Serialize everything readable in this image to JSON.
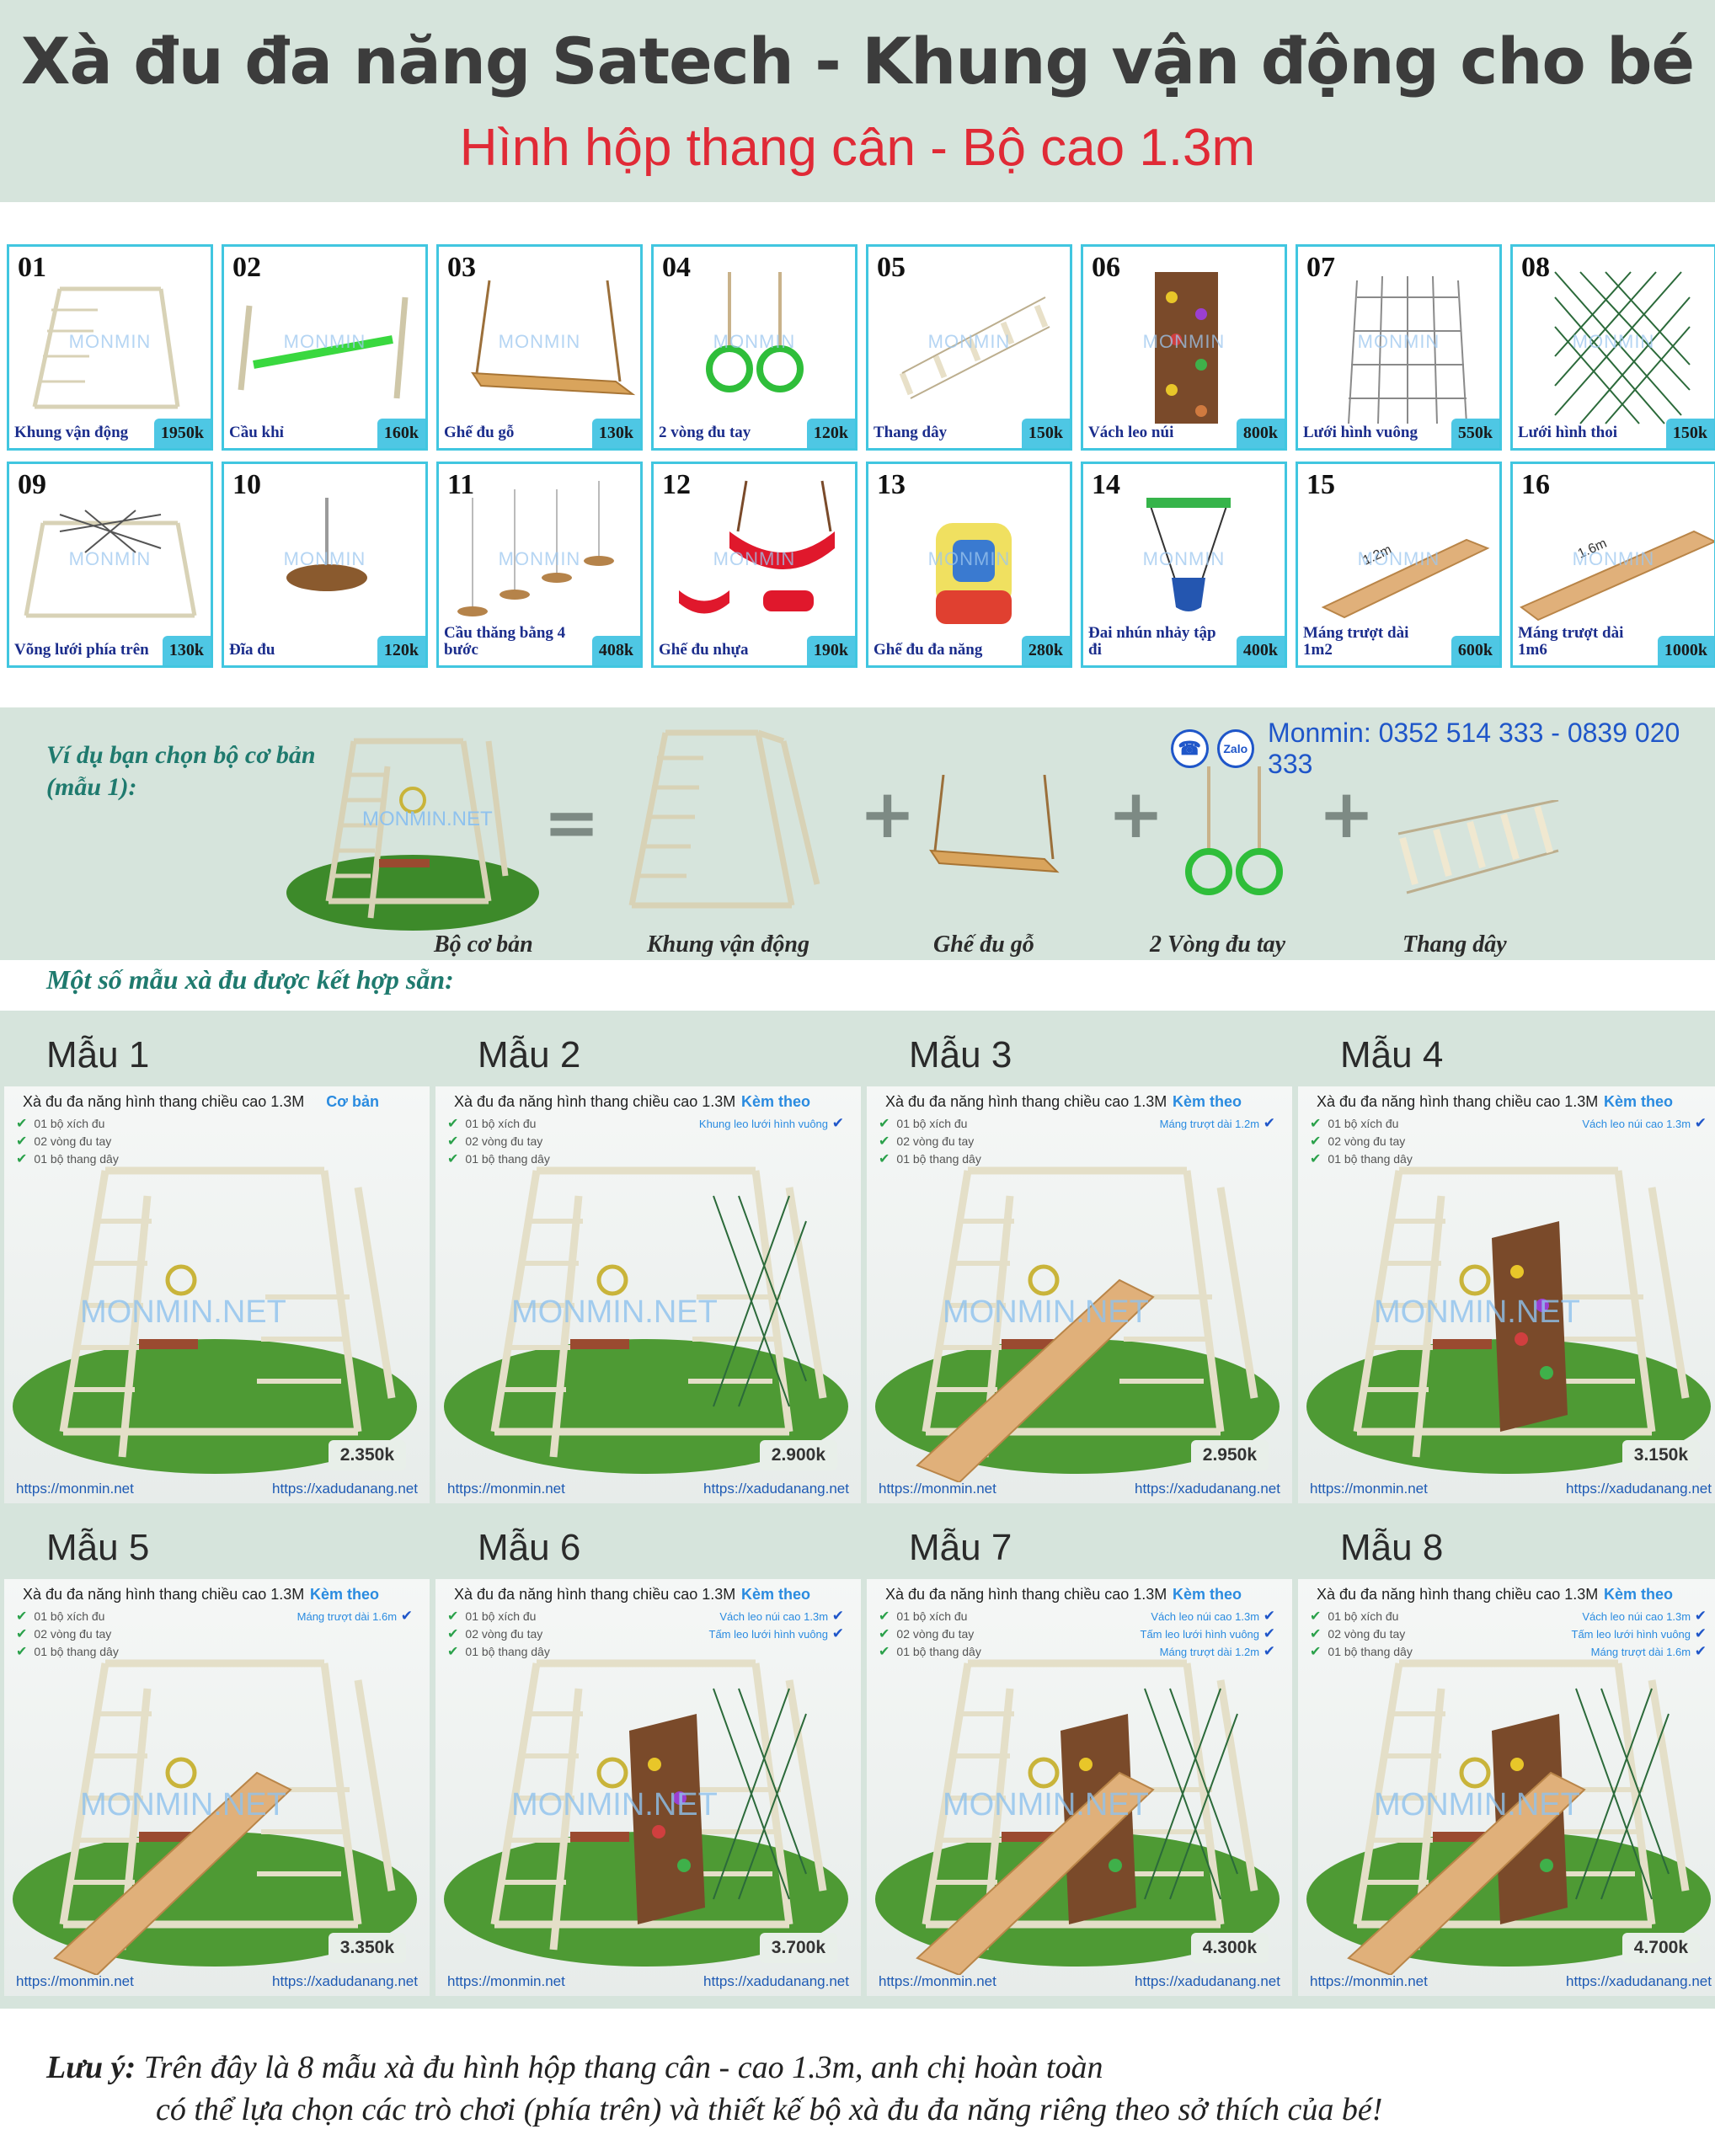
{
  "header": {
    "title": "Xà đu đa năng Satech - Khung vận động cho bé",
    "subtitle": "Hình hộp thang cân - Bộ cao 1.3m"
  },
  "watermark": "MONMIN",
  "catalog": [
    {
      "num": "01",
      "name": "Khung vận động",
      "price": "1950k",
      "icon": "frame"
    },
    {
      "num": "02",
      "name": "Cầu khỉ",
      "price": "160k",
      "icon": "monkey-bar"
    },
    {
      "num": "03",
      "name": "Ghế đu gỗ",
      "price": "130k",
      "icon": "wood-swing"
    },
    {
      "num": "04",
      "name": "2 vòng đu tay",
      "price": "120k",
      "icon": "rings"
    },
    {
      "num": "05",
      "name": "Thang dây",
      "price": "150k",
      "icon": "rope-ladder"
    },
    {
      "num": "06",
      "name": "Vách leo núi",
      "price": "800k",
      "icon": "climb-wall"
    },
    {
      "num": "07",
      "name": "Lưới hình vuông",
      "price": "550k",
      "icon": "square-net"
    },
    {
      "num": "08",
      "name": "Lưới hình thoi",
      "price": "150k",
      "icon": "diamond-net"
    },
    {
      "num": "09",
      "name": "Võng lưới phía trên",
      "price": "130k",
      "icon": "top-net"
    },
    {
      "num": "10",
      "name": "Đĩa đu",
      "price": "120k",
      "icon": "disc-swing"
    },
    {
      "num": "11",
      "name": "Cầu thăng bằng 4 bước",
      "price": "408k",
      "icon": "balance-bridge"
    },
    {
      "num": "12",
      "name": "Ghế đu nhựa",
      "price": "190k",
      "icon": "plastic-swing"
    },
    {
      "num": "13",
      "name": "Ghế đu đa năng",
      "price": "280k",
      "icon": "baby-seat"
    },
    {
      "num": "14",
      "name": "Đai nhún nhảy tập đi",
      "price": "400k",
      "icon": "jumper"
    },
    {
      "num": "15",
      "name": "Máng trượt dài 1m2",
      "price": "600k",
      "icon": "slide-short",
      "dim": "1.2m"
    },
    {
      "num": "16",
      "name": "Máng trượt dài 1m6",
      "price": "1000k",
      "icon": "slide-long",
      "dim": "1.6m"
    }
  ],
  "example": {
    "intro_line1": "Ví dụ bạn chọn bộ cơ bản",
    "intro_line2": "(mẫu 1):",
    "contact_text": "Monmin: 0352 514 333 - 0839 020 333",
    "zalo": "Zalo",
    "equals": "=",
    "plus": "+",
    "labels": [
      "Bộ cơ bản",
      "Khung vận động",
      "Ghế đu gỗ",
      "2 Vòng đu tay",
      "Thang dây"
    ],
    "watermark": "MONMIN.NET"
  },
  "section_title": "Một số mẫu xà đu được kết hợp sẵn:",
  "models": [
    {
      "label": "Mẫu 1",
      "title": "Xà đu đa năng hình thang chiều cao 1.3M",
      "tag": "Cơ bản",
      "extras": [],
      "price": "2.350k"
    },
    {
      "label": "Mẫu 2",
      "title": "Xà đu đa năng hình thang chiều cao 1.3M",
      "tag": "Kèm theo",
      "extras": [
        "Khung leo lưới hình vuông"
      ],
      "price": "2.900k"
    },
    {
      "label": "Mẫu 3",
      "title": "Xà đu đa năng hình thang chiều cao 1.3M",
      "tag": "Kèm theo",
      "extras": [
        "Máng trượt dài 1.2m"
      ],
      "price": "2.950k"
    },
    {
      "label": "Mẫu 4",
      "title": "Xà đu đa năng hình thang chiều cao 1.3M",
      "tag": "Kèm theo",
      "extras": [
        "Vách leo núi cao 1.3m"
      ],
      "price": "3.150k"
    },
    {
      "label": "Mẫu 5",
      "title": "Xà đu đa năng hình thang chiều cao 1.3M",
      "tag": "Kèm theo",
      "extras": [
        "Máng trượt dài 1.6m"
      ],
      "price": "3.350k"
    },
    {
      "label": "Mẫu 6",
      "title": "Xà đu đa năng hình thang chiều cao 1.3M",
      "tag": "Kèm theo",
      "extras": [
        "Vách leo núi cao 1.3m",
        "Tấm leo lưới hình vuông"
      ],
      "price": "3.700k"
    },
    {
      "label": "Mẫu 7",
      "title": "Xà đu đa năng hình thang chiều cao 1.3M",
      "tag": "Kèm theo",
      "extras": [
        "Vách leo núi cao 1.3m",
        "Tấm leo lưới hình vuông",
        "Máng trượt dài 1.2m"
      ],
      "price": "4.300k"
    },
    {
      "label": "Mẫu 8",
      "title": "Xà đu đa năng hình thang chiều cao 1.3M",
      "tag": "Kèm theo",
      "extras": [
        "Vách leo núi cao 1.3m",
        "Tấm leo lưới hình vuông",
        "Máng trượt dài 1.6m"
      ],
      "price": "4.700k"
    }
  ],
  "model_includes": [
    "01 bộ xích đu",
    "02 vòng đu tay",
    "01 bộ thang dây"
  ],
  "model_urls": [
    "https://monmin.net",
    "https://xadudanang.net"
  ],
  "model_watermark": "MONMIN.NET",
  "note": {
    "label": "Lưu ý:",
    "line1": "Trên đây là 8 mẫu xà đu hình hộp thang cân - cao 1.3m, anh chị hoàn toàn",
    "line2": "có thể lựa chọn các trò chơi (phía trên) và thiết kế bộ xà đu đa năng riêng theo sở thích của bé!"
  },
  "colors": {
    "band": "#d6e4dc",
    "title_red": "#e02a36",
    "card_border": "#41c6e0",
    "price_bg": "#4ec7e4",
    "item_name": "#1b2d8c",
    "link_blue": "#1e5ab4"
  }
}
